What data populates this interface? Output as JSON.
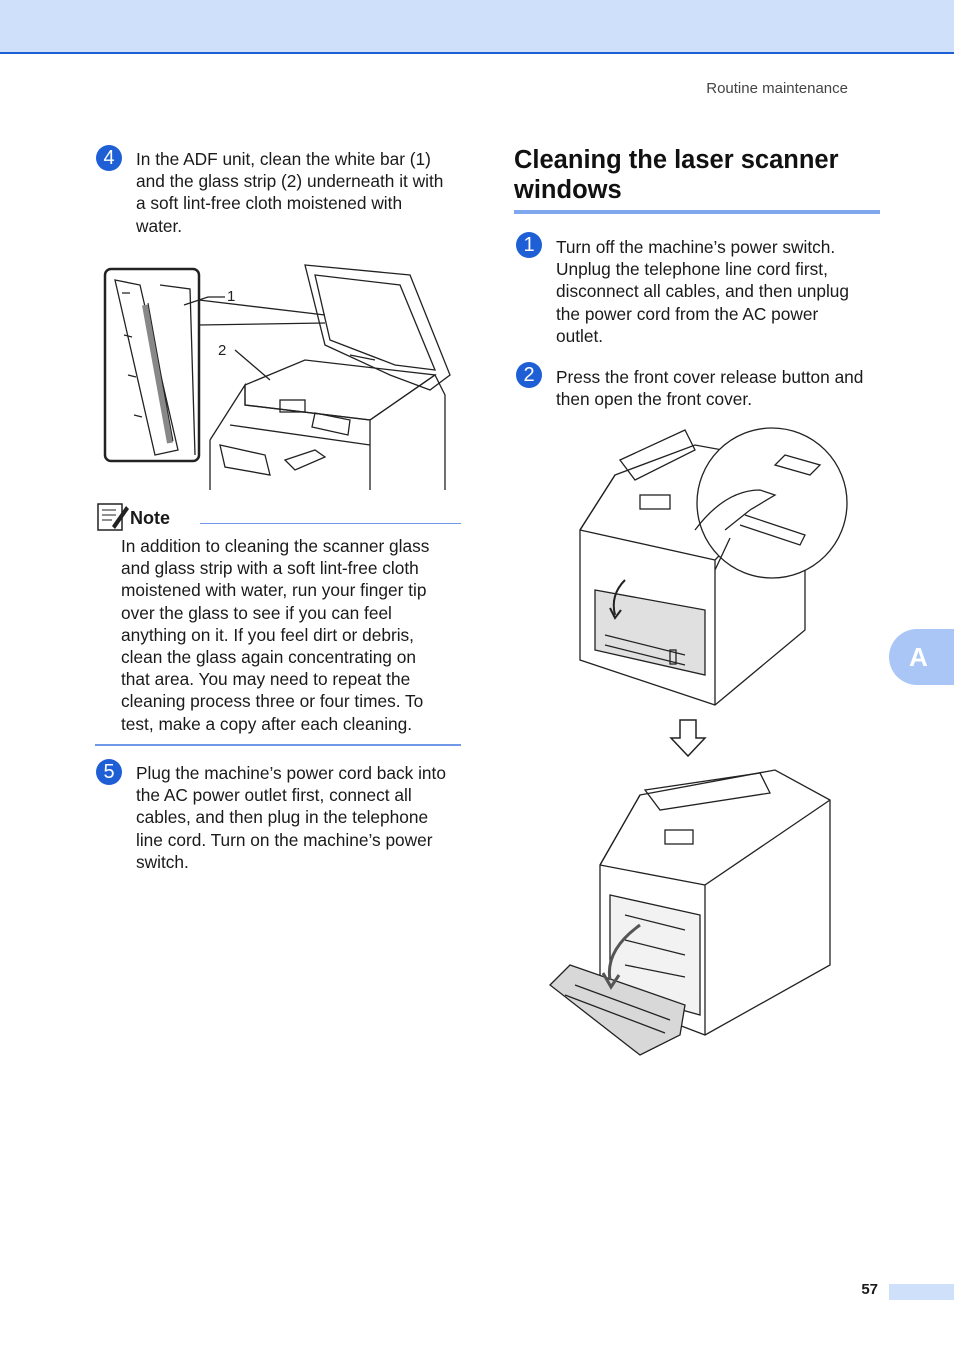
{
  "header": {
    "section_title": "Routine maintenance"
  },
  "left": {
    "step4": {
      "number": "4",
      "lines": [
        "In the ADF unit, clean the white bar (1)",
        "and the glass strip (2) underneath it with",
        "a soft lint-free cloth moistened with",
        "water."
      ]
    },
    "figure": {
      "callout_1": "1",
      "callout_2": "2"
    },
    "note": {
      "label": "Note",
      "lines": [
        "In addition to cleaning the scanner glass",
        "and glass strip with a soft lint-free cloth",
        "moistened with water, run your finger tip",
        "over the glass to see if you can feel",
        "anything on it. If you feel dirt or debris,",
        "clean the glass again concentrating on",
        "that area. You may need to repeat the",
        "cleaning process three or four times. To",
        "test, make a copy after each cleaning."
      ]
    },
    "step5": {
      "number": "5",
      "lines": [
        "Plug the machine’s power cord back into",
        "the AC power outlet first, connect all",
        "cables, and then plug in the telephone",
        "line cord. Turn on the machine’s power",
        "switch."
      ]
    }
  },
  "right": {
    "heading_lines": [
      "Cleaning the laser scanner",
      "windows"
    ],
    "step1": {
      "number": "1",
      "lines": [
        "Turn off the machine’s power switch.",
        "Unplug the telephone line cord first,",
        "disconnect all cables, and then unplug",
        "the power cord from the AC power",
        "outlet."
      ]
    },
    "step2": {
      "number": "2",
      "lines": [
        "Press the front cover release button and",
        "then open the front cover."
      ]
    }
  },
  "side_tab": "A",
  "footer": {
    "page_number": "57"
  },
  "colors": {
    "accent": "#1f5fd6",
    "band": "#cfe0fb",
    "rule": "#7ea7ee",
    "tab": "#a9c6f6"
  }
}
